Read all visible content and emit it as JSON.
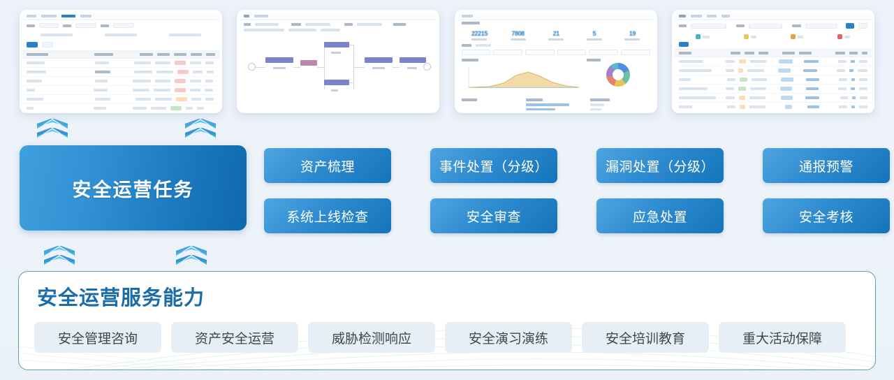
{
  "main_block": {
    "label": "安全运营任务"
  },
  "tasks": [
    {
      "label": "资产梳理"
    },
    {
      "label": "事件处置（分级）"
    },
    {
      "label": "漏洞处置（分级）"
    },
    {
      "label": "通报预警"
    },
    {
      "label": "系统上线检查"
    },
    {
      "label": "安全审查"
    },
    {
      "label": "应急处置"
    },
    {
      "label": "安全考核"
    }
  ],
  "capability_panel": {
    "title": "安全运营服务能力",
    "chips": [
      {
        "label": "安全管理咨询"
      },
      {
        "label": "资产安全运营"
      },
      {
        "label": "威胁检测响应"
      },
      {
        "label": "安全演习演练"
      },
      {
        "label": "安全培训教育"
      },
      {
        "label": "重大活动保障"
      }
    ]
  },
  "screenshots": [
    {
      "name": "asset-inventory-table-screenshot"
    },
    {
      "name": "workflow-process-screenshot"
    },
    {
      "name": "security-dashboard-screenshot"
    },
    {
      "name": "vulnerability-list-screenshot"
    }
  ],
  "dashboard_kpis": [
    "22215",
    "7808",
    "21",
    "5",
    "19"
  ],
  "colors": {
    "accent_blue": "#1b79bf",
    "light_blue": "#3fa0de",
    "panel_border": "#5ea0b4",
    "title_blue": "#1b6da9",
    "chip_bg": "#e8eef6",
    "page_bg": "#eef3f9"
  },
  "arrows": {
    "icon": "double-chevron-up"
  }
}
